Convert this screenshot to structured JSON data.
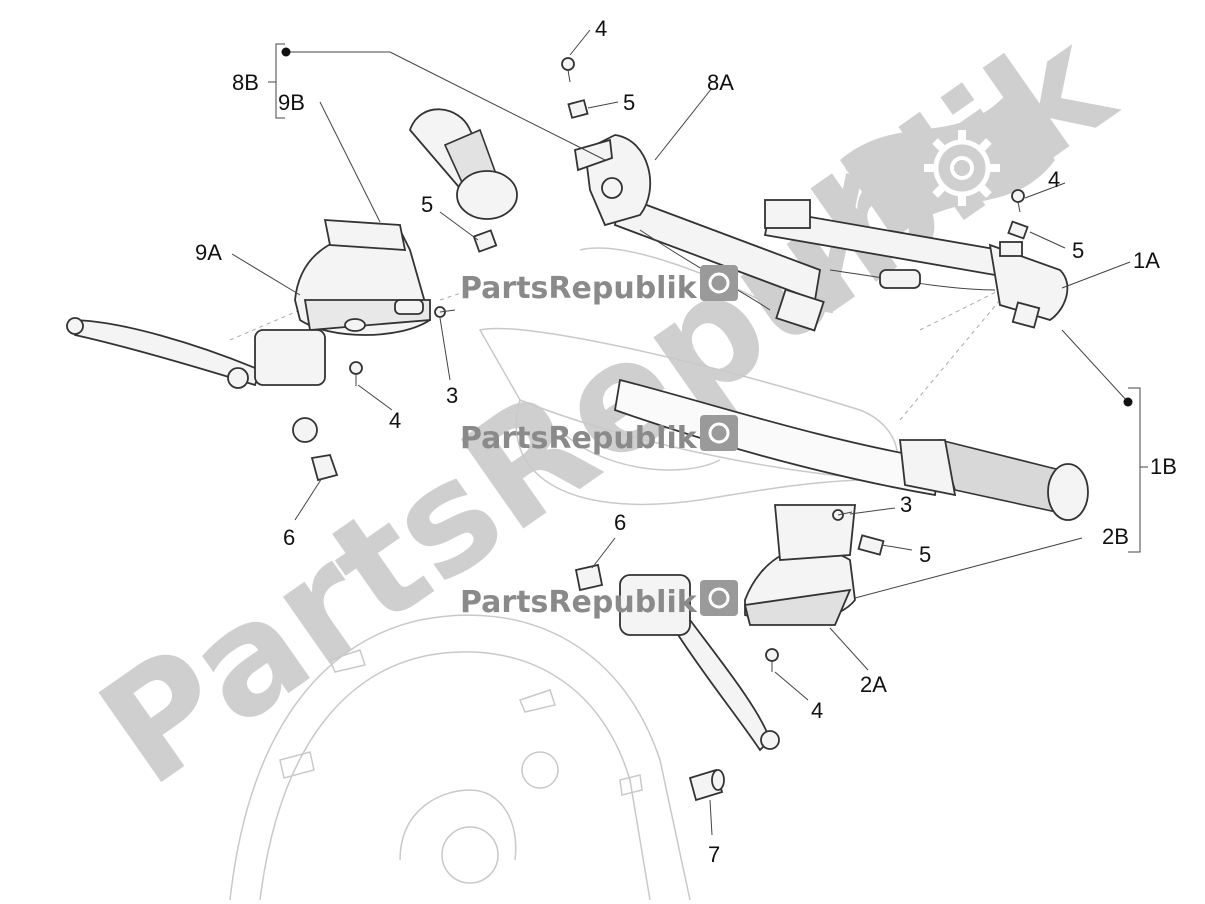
{
  "watermark": {
    "brand": "PartsRepublik",
    "large_text": "PartsRepublik",
    "repeated": [
      "PartsRepublik",
      "PartsRepublik",
      "PartsRepublik"
    ]
  },
  "labels": {
    "l4a": "4",
    "l5a": "5",
    "l8a": "8A",
    "l8b": "8B",
    "l9b": "9B",
    "l5b": "5",
    "l9a": "9A",
    "l3a": "3",
    "l4b": "4",
    "l6a": "6",
    "l4c": "4",
    "l5c": "5",
    "l1a": "1A",
    "l1b": "1B",
    "l3b": "3",
    "l5d": "5",
    "l2b": "2B",
    "l6b": "6",
    "l2a": "2A",
    "l4d": "4",
    "l7": "7"
  },
  "icons": {
    "watermark_logo": "gear-icon",
    "small_logo": "gear-icon"
  },
  "colors": {
    "watermark_gray": "#cfcfcf",
    "line": "#333333",
    "ghost": "#c9c9c9"
  }
}
